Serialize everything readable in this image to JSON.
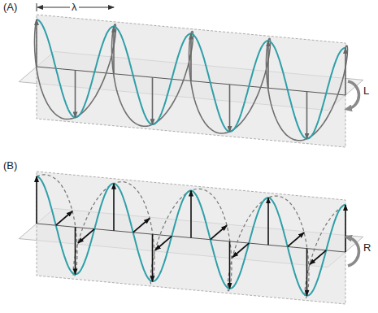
{
  "diagram": {
    "labels": [
      "(A)",
      "λ",
      "L",
      "(B)",
      "R"
    ]
  }
}
